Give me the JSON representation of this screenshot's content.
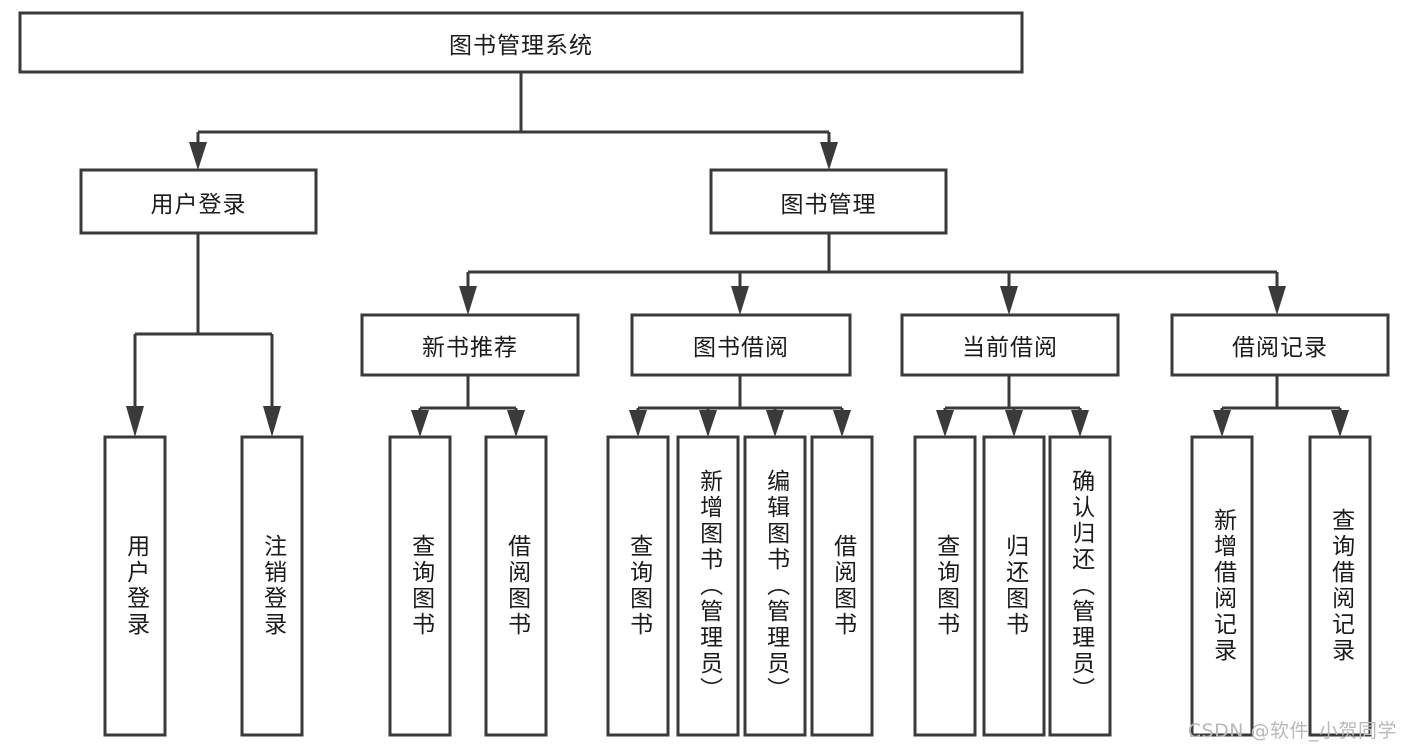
{
  "diagram": {
    "type": "tree-hierarchy-chart",
    "title": "图书管理系统",
    "watermark": "CSDN @软件_小贺同学",
    "colors": {
      "box_fill": "#ffffff",
      "box_stroke": "#3a3a3a",
      "text": "#1b1b1b",
      "background": "#ffffff",
      "watermark": "#b9b9b9"
    },
    "levels": {
      "level1": [
        {
          "id": "root",
          "label": "图书管理系统"
        }
      ],
      "level2": [
        {
          "id": "user-login",
          "label": "用户登录",
          "parent": "root"
        },
        {
          "id": "book-management",
          "label": "图书管理",
          "parent": "root"
        }
      ],
      "level3": [
        {
          "id": "new-book-recommend",
          "label": "新书推荐",
          "parent": "book-management"
        },
        {
          "id": "book-borrow",
          "label": "图书借阅",
          "parent": "book-management"
        },
        {
          "id": "current-borrow",
          "label": "当前借阅",
          "parent": "book-management"
        },
        {
          "id": "borrow-record",
          "label": "借阅记录",
          "parent": "book-management"
        }
      ],
      "leaves": [
        {
          "id": "leaf-user-login",
          "label": "用户登录",
          "parent": "user-login"
        },
        {
          "id": "leaf-logout",
          "label": "注销登录",
          "parent": "user-login"
        },
        {
          "id": "leaf-query-book-1",
          "label": "查询图书",
          "parent": "new-book-recommend"
        },
        {
          "id": "leaf-borrow-book-1",
          "label": "借阅图书",
          "parent": "new-book-recommend"
        },
        {
          "id": "leaf-query-book-2",
          "label": "查询图书",
          "parent": "book-borrow"
        },
        {
          "id": "leaf-add-book",
          "label": "新增图书（管理员）",
          "parent": "book-borrow"
        },
        {
          "id": "leaf-edit-book",
          "label": "编辑图书（管理员）",
          "parent": "book-borrow"
        },
        {
          "id": "leaf-borrow-book-2",
          "label": "借阅图书",
          "parent": "book-borrow"
        },
        {
          "id": "leaf-query-book-3",
          "label": "查询图书",
          "parent": "current-borrow"
        },
        {
          "id": "leaf-return-book",
          "label": "归还图书",
          "parent": "current-borrow"
        },
        {
          "id": "leaf-confirm-return",
          "label": "确认归还（管理员）",
          "parent": "current-borrow"
        },
        {
          "id": "leaf-add-record",
          "label": "新增借阅记录",
          "parent": "borrow-record"
        },
        {
          "id": "leaf-query-record",
          "label": "查询借阅记录",
          "parent": "borrow-record"
        }
      ]
    }
  }
}
